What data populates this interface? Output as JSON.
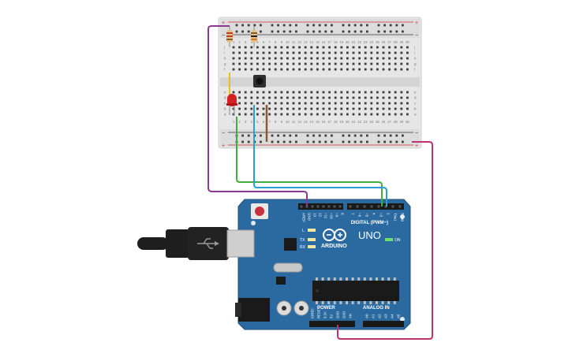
{
  "breadboard": {
    "columns": [
      "1",
      "2",
      "3",
      "4",
      "5",
      "6",
      "7",
      "8",
      "9",
      "10",
      "11",
      "12",
      "13",
      "14",
      "15",
      "16",
      "17",
      "18",
      "19",
      "20",
      "21",
      "22",
      "23",
      "24",
      "25",
      "26",
      "27",
      "28",
      "29",
      "30"
    ],
    "rows_top": [
      "j",
      "i",
      "h",
      "g",
      "f"
    ],
    "rows_bottom": [
      "e",
      "d",
      "c",
      "b",
      "a"
    ],
    "rail_plus": "+",
    "rail_minus": "−"
  },
  "arduino": {
    "brand": "ARDUINO",
    "model": "UNO",
    "digital_label": "DIGITAL (PWM~)",
    "analog_label": "ANALOG IN",
    "power_label": "POWER",
    "on_label": "ON",
    "l_label": "L",
    "tx_label": "TX",
    "rx_label": "RX",
    "digital_pins": [
      "AREF",
      "GND",
      "13",
      "12",
      "~11",
      "~10",
      "~9",
      "8",
      "7",
      "~6",
      "~5",
      "4",
      "~3",
      "2",
      "TX▸1",
      "RX◂0"
    ],
    "power_pins": [
      "IOREF",
      "RESET",
      "3.3V",
      "5V",
      "GND",
      "GND",
      "Vin"
    ],
    "analog_pins": [
      "A0",
      "A1",
      "A2",
      "A3",
      "A4",
      "A5"
    ]
  },
  "colors": {
    "board": "#2b6aa0",
    "breadboard": "#e4e4e4",
    "wire_purple": "#8b3a8f",
    "wire_green": "#3fae3f",
    "wire_blue": "#2a9fd6",
    "wire_magenta": "#c0326e",
    "wire_brown": "#8a5a2b",
    "wire_yellow": "#e8c21a",
    "led": "#d42020"
  }
}
